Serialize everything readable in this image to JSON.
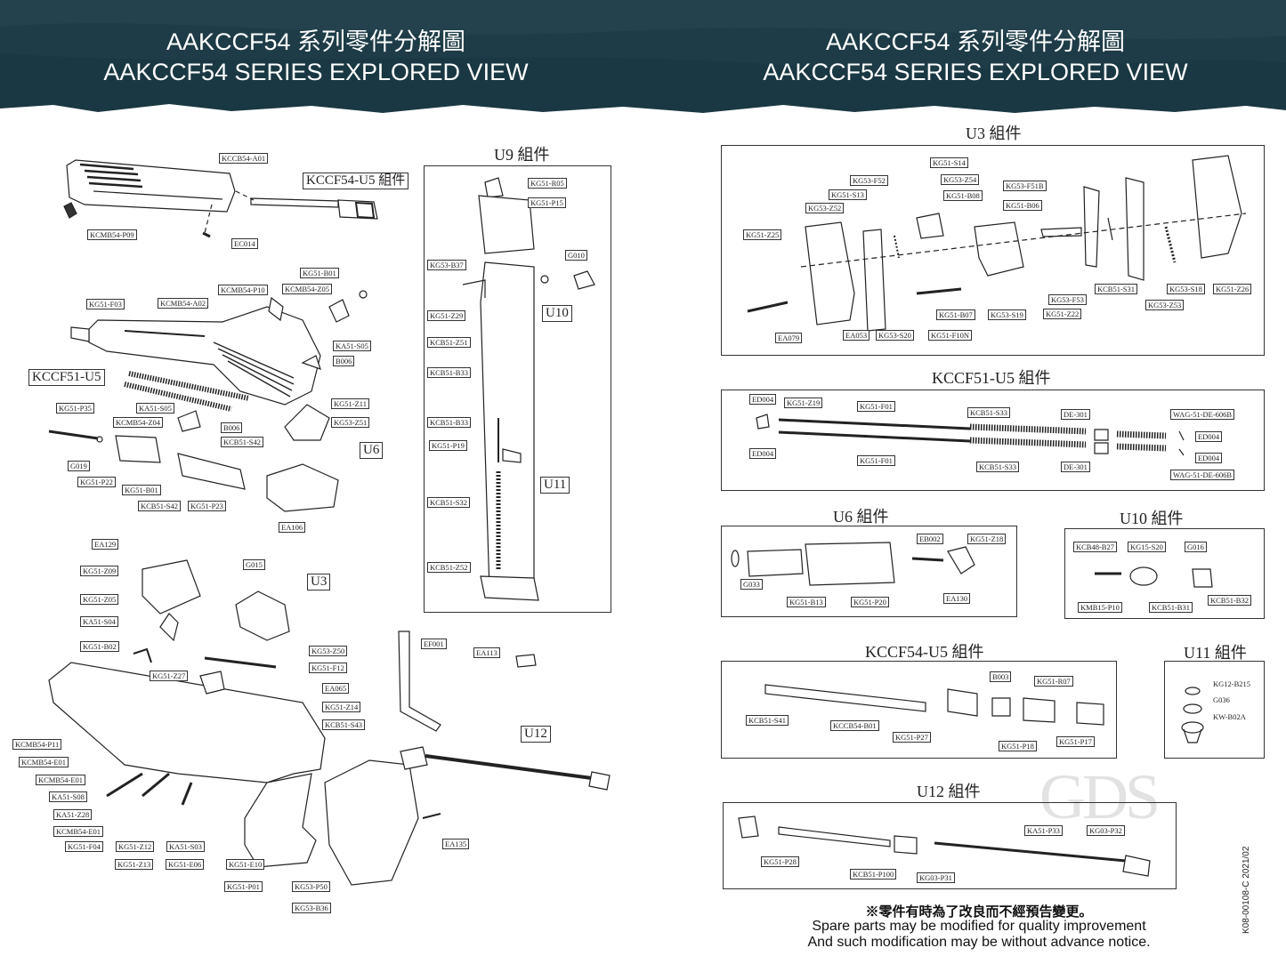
{
  "header": {
    "left_title_cn": "AAKCCF54 系列零件分解圖",
    "left_title_en": "AAKCCF54 SERIES EXPLORED VIEW",
    "right_title_cn": "AAKCCF54 系列零件分解圖",
    "right_title_en": "AAKCCF54 SERIES EXPLORED VIEW"
  },
  "colors": {
    "header_bg": "#1d3b46",
    "header_text": "#ffffff",
    "line": "#333333"
  },
  "left": {
    "upper_labels": [
      "KCCB54-A01",
      "KCCF54-U5 組件",
      "KCMB54-P09",
      "EC014",
      "KG51-B01",
      "KCMB54-P10",
      "KCMB54-Z05",
      "KG51-F03",
      "KCMB54-A02",
      "KA51-S05",
      "B006",
      "KCCF51-U5",
      "KG51-Z11",
      "KG53-Z51",
      "KG51-P35",
      "KA51-S05",
      "KCMB54-Z04",
      "B006",
      "KCB51-S42",
      "U6",
      "G019",
      "KG51-P22",
      "KG51-B01",
      "KCB51-S42",
      "KG51-P23",
      "EA106"
    ],
    "lower_labels": [
      "EA129",
      "KG51-Z09",
      "G015",
      "KG51-Z05",
      "U3",
      "KA51-S04",
      "KG51-B02",
      "KG53-Z50",
      "KG51-F12",
      "KG51-Z27",
      "EA065",
      "EF001",
      "EA113",
      "KG51-Z14",
      "KCB51-S43",
      "KCMB54-P11",
      "U12",
      "KCMB54-E01",
      "KCMB54-E01",
      "KA51-S08",
      "KA51-Z28",
      "KCMB54-E01",
      "KG51-F04",
      "KG51-Z12",
      "KA51-S03",
      "KG51-Z13",
      "KG51-E06",
      "KG51-E10",
      "EA135",
      "KG51-P01",
      "KG53-P50",
      "KG53-B36"
    ],
    "u9": {
      "title": "U9 組件",
      "labels": [
        "KG51-R05",
        "KG51-P15",
        "KG53-B37",
        "G010",
        "KG51-Z29",
        "U10",
        "KCB51-Z51",
        "KCB51-B33",
        "KCB51-B33",
        "KG51-P19",
        "U11",
        "KCB51-S32",
        "KCB51-Z52"
      ]
    }
  },
  "right": {
    "u3": {
      "title": "U3 組件",
      "labels": [
        "KG51-S14",
        "KG53-F52",
        "KG53-Z54",
        "KG51-S13",
        "KG51-B08",
        "KG53-F51B",
        "KG53-Z52",
        "KG51-B06",
        "KG51-Z25",
        "KG53-F53",
        "KCB51-S31",
        "KG53-S18",
        "KG51-Z26",
        "KG53-Z53",
        "KG51-B07",
        "KG53-S19",
        "KG51-Z22",
        "EA079",
        "EA053",
        "KG53-S20",
        "KG51-F10N"
      ]
    },
    "kccf51": {
      "title": "KCCF51-U5 組件",
      "labels": [
        "ED004",
        "KG51-Z19",
        "KG51-F01",
        "KCB51-S33",
        "DE-301",
        "WAG-51-DE-606B",
        "ED004",
        "ED004",
        "ED004",
        "KG51-F01",
        "KCB51-S33",
        "DE-301",
        "WAG-51-DE-606B"
      ]
    },
    "u6": {
      "title": "U6 組件",
      "labels": [
        "EB002",
        "KG51-Z18",
        "G033",
        "KG51-B13",
        "KG51-P20",
        "EA130"
      ]
    },
    "u10": {
      "title": "U10 組件",
      "labels": [
        "KCB48-B27",
        "KG15-S20",
        "G016",
        "KMB15-P10",
        "KCB51-B31",
        "KCB51-B32"
      ]
    },
    "kccf54": {
      "title": "KCCF54-U5 組件",
      "labels": [
        "B003",
        "KG51-R07",
        "KCB51-S41",
        "KCCB54-B01",
        "KG51-P27",
        "KG51-P18",
        "KG51-P17"
      ]
    },
    "u11": {
      "title": "U11 組件",
      "labels": [
        "KG12-B215",
        "G036",
        "KW-B02A"
      ]
    },
    "u12": {
      "title": "U12 組件",
      "labels": [
        "KA51-P33",
        "KG03-P32",
        "KG51-P28",
        "KCB51-P100",
        "KG03-P31"
      ]
    }
  },
  "footer": {
    "note_cn": "※零件有時為了改良而不經預告變更。",
    "note_en1": "Spare parts may be modified for quality improvement",
    "note_en2": "And such modification may be without advance notice.",
    "watermark": "GDS",
    "code": "K08-00108-C   2021/02"
  }
}
